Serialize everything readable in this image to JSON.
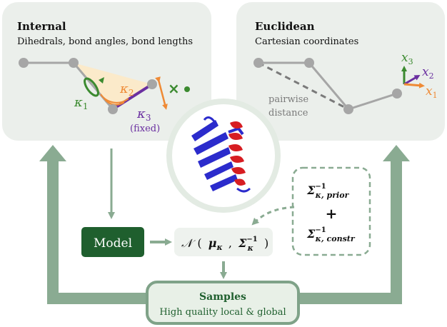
{
  "panels": {
    "internal": {
      "title": "Internal",
      "subtitle": "Dihedrals, bond angles, bond lengths",
      "kappa1": "κ",
      "kappa1_sub": "1",
      "kappa2": "κ",
      "kappa2_sub": "2",
      "kappa3": "κ",
      "kappa3_sub": "3",
      "fixed": "(fixed)"
    },
    "euclidean": {
      "title": "Euclidean",
      "subtitle": "Cartesian coordinates",
      "pairwise_line1": "pairwise",
      "pairwise_line2": "distance",
      "x1": "x",
      "x1_sub": "1",
      "x2": "x",
      "x2_sub": "2",
      "x3": "x",
      "x3_sub": "3"
    }
  },
  "model": {
    "label": "Model"
  },
  "distribution": {
    "N": "𝒩",
    "open": "(",
    "mu": "μ",
    "mu_sub": "κ",
    "comma": ",",
    "sigma": "Σ",
    "sigma_sub": "κ",
    "sigma_sup": "−1",
    "close": ")"
  },
  "prior_box": {
    "prior_sigma": "Σ",
    "prior_sup": "−1",
    "prior_sub": "κ, prior",
    "plus": "+",
    "constr_sigma": "Σ",
    "constr_sup": "−1",
    "constr_sub": "κ, constr"
  },
  "samples": {
    "title": "Samples",
    "subtitle": "High quality local & global"
  },
  "colors": {
    "panel_bg": "#ebefeb",
    "flow_green": "#8aab92",
    "model_green": "#1f5f2e",
    "samples_bg": "#e8f0e7",
    "samples_border": "#7fa288",
    "atom_gray": "#a6a6a6",
    "dihedral_green": "#3b8a2f",
    "angle_orange": "#ef8a35",
    "bond_purple": "#6a2fa0",
    "protein_red": "#d71d22",
    "protein_blue": "#2b2bcc"
  }
}
